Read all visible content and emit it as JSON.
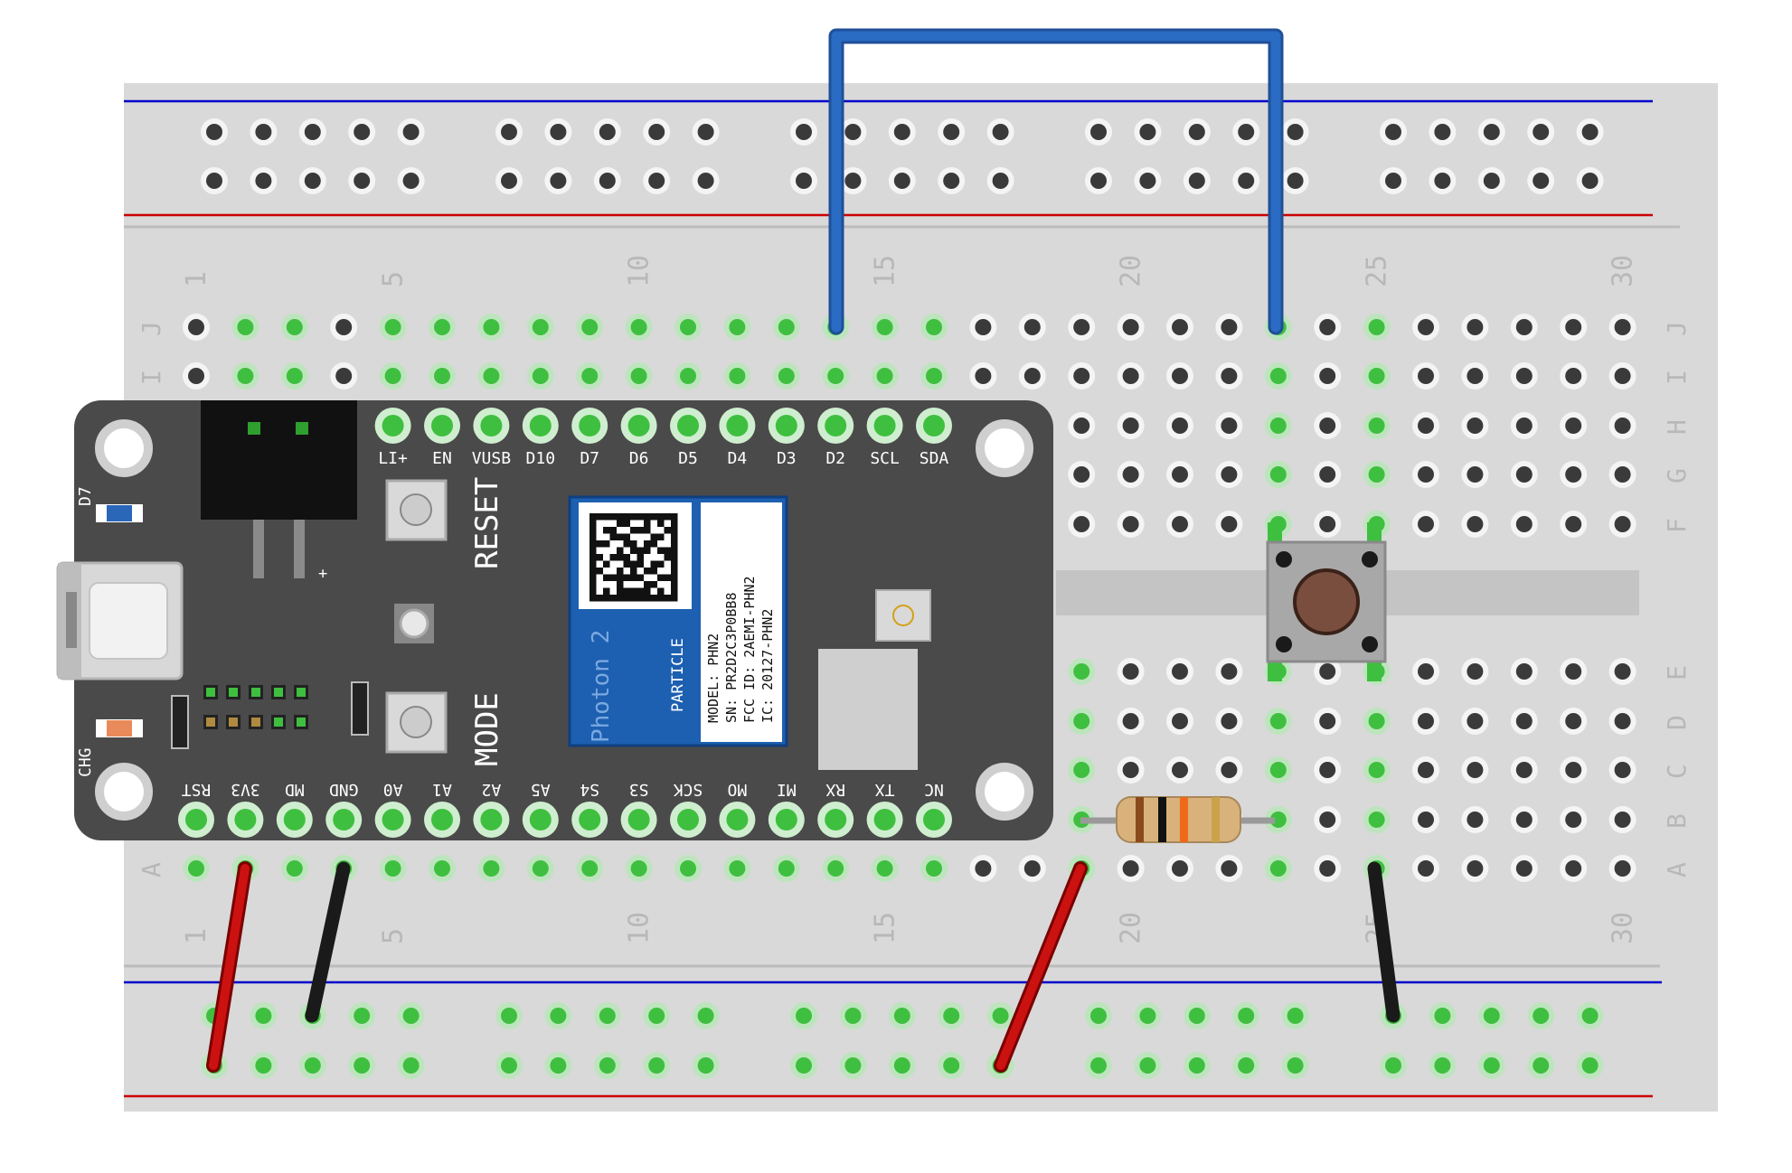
{
  "breadboard": {
    "column_numbers": [
      "1",
      "5",
      "10",
      "15",
      "20",
      "25",
      "30"
    ],
    "row_letters_top": [
      "J",
      "I",
      "H",
      "G",
      "F"
    ],
    "row_letters_bottom": [
      "E",
      "D",
      "C",
      "B",
      "A"
    ],
    "colors": {
      "board": "#d9d9d9",
      "hole": "#3a3a3a",
      "hole_connected": "#3fbf3f",
      "rail_blue": "#0000cc",
      "rail_red": "#cc0000"
    }
  },
  "photon": {
    "top_pins": [
      "LI+",
      "EN",
      "VUSB",
      "D10",
      "D7",
      "D6",
      "D5",
      "D4",
      "D3",
      "D2",
      "SCL",
      "SDA"
    ],
    "bottom_pins": [
      "RST",
      "3V3",
      "MD",
      "GND",
      "A0",
      "A1",
      "A2",
      "A5",
      "S4",
      "S3",
      "SCK",
      "MO",
      "MI",
      "RX",
      "TX",
      "NC"
    ],
    "reset_label": "RESET",
    "mode_label": "MODE",
    "led_d7_label": "D7",
    "led_chg_label": "CHG",
    "plus_label": "+",
    "module": {
      "brand": "Photon 2",
      "maker": "PARTICLE",
      "lines": [
        "MODEL: PHN2",
        "SN: PR2D2C3P0BB8",
        "FCC ID: 2AEMI-PHN2",
        "IC: 20127-PHN2"
      ]
    },
    "colors": {
      "pcb": "#4a4a4a",
      "module": "#1d5fb0"
    }
  },
  "wires": {
    "blue": "#2a6bc4",
    "red": "#cc1111",
    "black": "#1a1a1a"
  }
}
